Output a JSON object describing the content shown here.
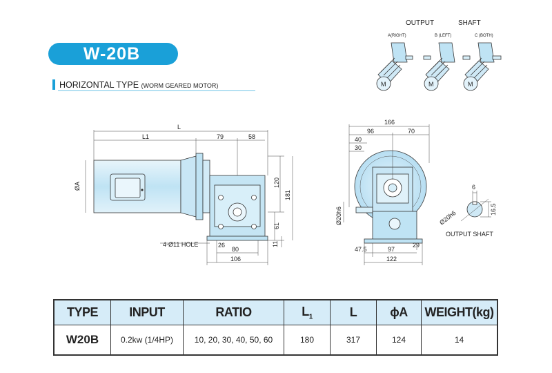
{
  "model_title": "W-20B",
  "subtitle": {
    "main": "HORIZONTAL TYPE",
    "note": "(WORM GEARED MOTOR)"
  },
  "output_shaft_panel": {
    "header_left": "OUTPUT",
    "header_right": "SHAFT",
    "variants": [
      "A(RIGHT)",
      "B (LEFT)",
      "C (BOTH)"
    ],
    "motor_letter": "M"
  },
  "side_view": {
    "dims": {
      "L": "L",
      "L1": "L1",
      "d79": "79",
      "d58": "58",
      "d120": "120",
      "d181": "181",
      "d61": "61",
      "d11": "11",
      "d26": "26",
      "d80": "80",
      "d106": "106",
      "phiA": "ØA"
    },
    "hole_note": "4-Ø11 HOLE"
  },
  "front_view": {
    "dims": {
      "d166": "166",
      "d96": "96",
      "d70": "70",
      "d40": "40",
      "d30": "30",
      "shaft": "Ø20h6",
      "d47": "47.5",
      "d97": "97",
      "d29": "29",
      "d122": "122"
    }
  },
  "shaft_detail": {
    "d6": "6",
    "d16": "16.5",
    "dia": "Ø20h6",
    "label": "OUTPUT SHAFT"
  },
  "spec_table": {
    "headers": [
      "TYPE",
      "INPUT",
      "RATIO",
      "L",
      "L",
      "ϕA",
      "WEIGHT(kg)"
    ],
    "l1_sub": "1",
    "row": [
      "W20B",
      "0.2kw (1/4HP)",
      "10, 20, 30, 40, 50, 60",
      "180",
      "317",
      "124",
      "14"
    ]
  }
}
